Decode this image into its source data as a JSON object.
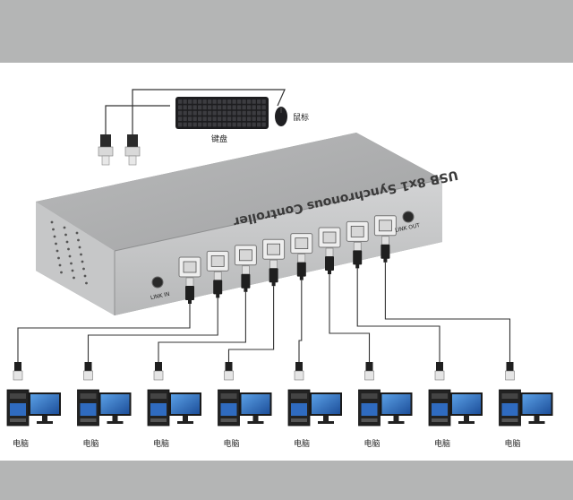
{
  "device": {
    "title": "USB 8x1 Synchronous Controller",
    "link_in_label": "LINK IN",
    "link_out_label": "LINK OUT",
    "port_count": 8
  },
  "peripherals": {
    "keyboard_label": "键盘",
    "mouse_label": "鼠标"
  },
  "computers": [
    {
      "label": "电脑"
    },
    {
      "label": "电脑"
    },
    {
      "label": "电脑"
    },
    {
      "label": "电脑"
    },
    {
      "label": "电脑"
    },
    {
      "label": "电脑"
    },
    {
      "label": "电脑"
    },
    {
      "label": "电脑"
    }
  ],
  "colors": {
    "background": "#b4b5b5",
    "device_body": "#bfc0c1",
    "device_top": "#a9aaab",
    "cable": "#333333",
    "monitor_screen": "#2a6fb8"
  },
  "icons": {
    "keyboard": "keyboard-icon",
    "mouse": "mouse-icon",
    "usb_plug": "usb-a-plug-icon",
    "computer": "desktop-computer-icon"
  }
}
